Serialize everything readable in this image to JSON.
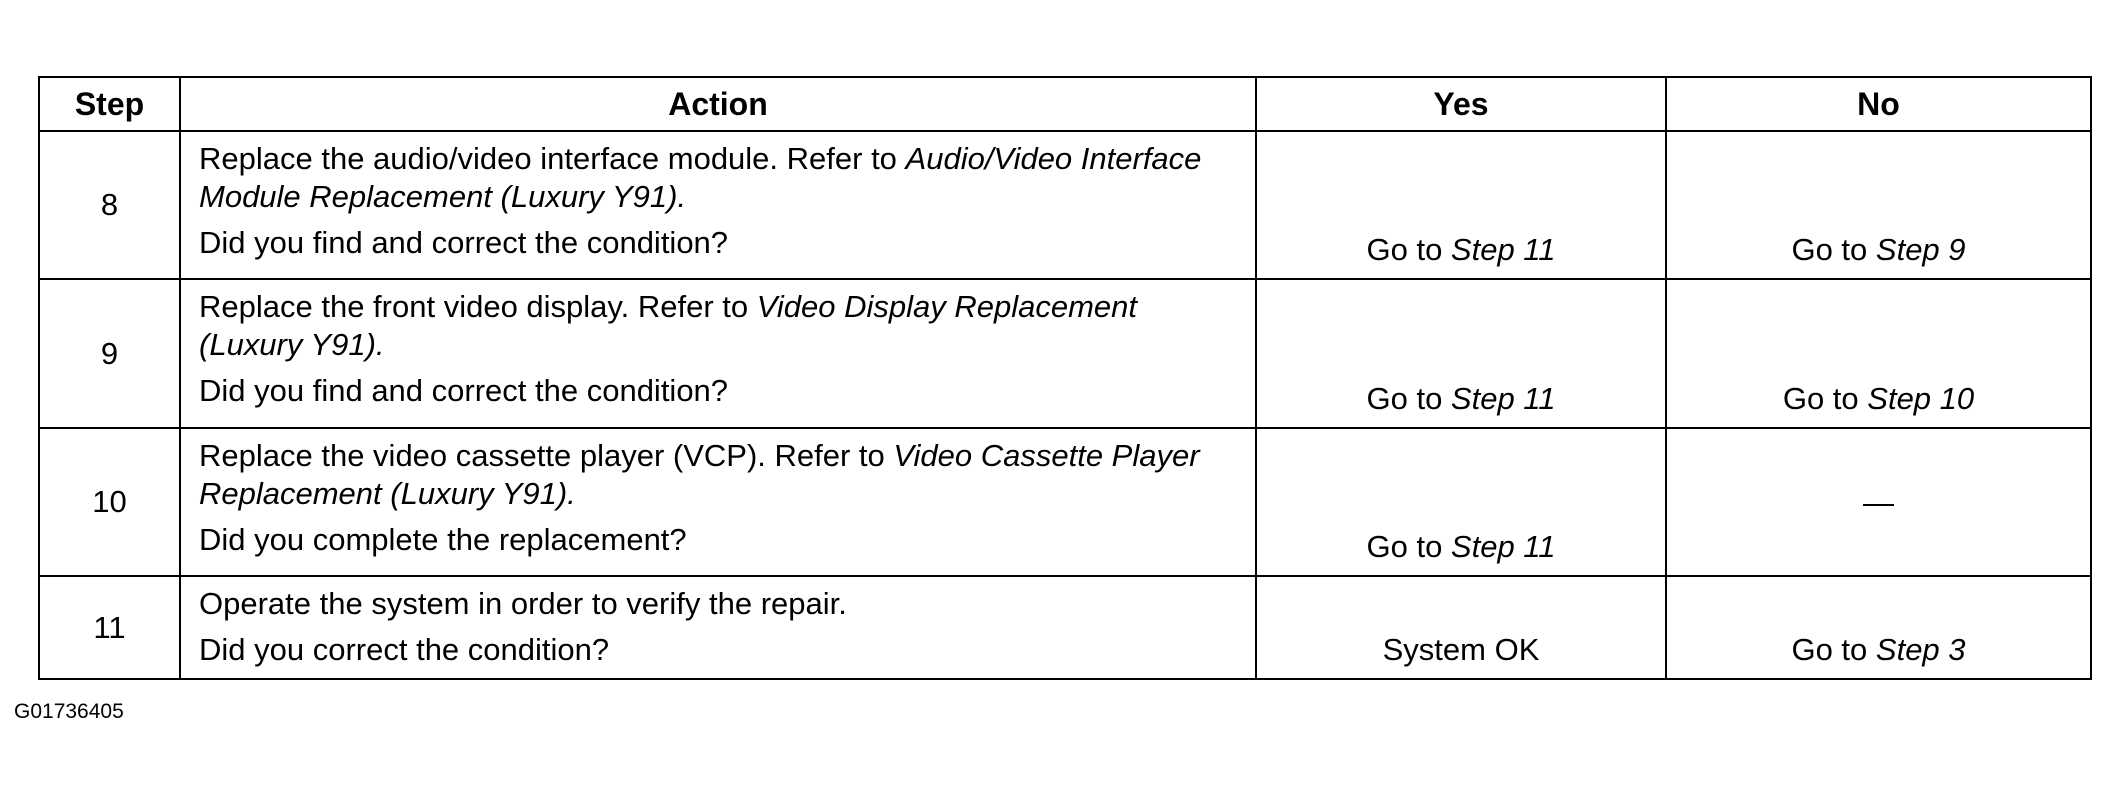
{
  "headers": {
    "step": "Step",
    "action": "Action",
    "yes": "Yes",
    "no": "No"
  },
  "rows": [
    {
      "step": "8",
      "instruction": "Replace the audio/video interface module. Refer to ",
      "reference": "Audio/Video Interface Module Replacement (Luxury Y91).",
      "question": "Did you find and correct the condition?",
      "yes_text": "Go to ",
      "yes_ref": "Step 11",
      "no_text": "Go to ",
      "no_ref": "Step 9"
    },
    {
      "step": "9",
      "instruction": "Replace the front video display. Refer to ",
      "reference": "Video Display Replacement (Luxury Y91).",
      "question": "Did you find and correct the condition?",
      "yes_text": "Go to ",
      "yes_ref": "Step 11",
      "no_text": "Go to ",
      "no_ref": "Step 10"
    },
    {
      "step": "10",
      "instruction": "Replace the video cassette player (VCP). Refer to ",
      "reference": "Video Cassette Player Replacement (Luxury Y91).",
      "question": "Did you complete the replacement?",
      "yes_text": "Go to ",
      "yes_ref": "Step 11",
      "no_text": "—",
      "no_ref": ""
    },
    {
      "step": "11",
      "instruction": "Operate the system in order to verify the repair.",
      "reference": "",
      "question": "Did you correct the condition?",
      "yes_text": "System OK",
      "yes_ref": "",
      "no_text": "Go to ",
      "no_ref": "Step 3"
    }
  ],
  "figure_id": "G01736405"
}
